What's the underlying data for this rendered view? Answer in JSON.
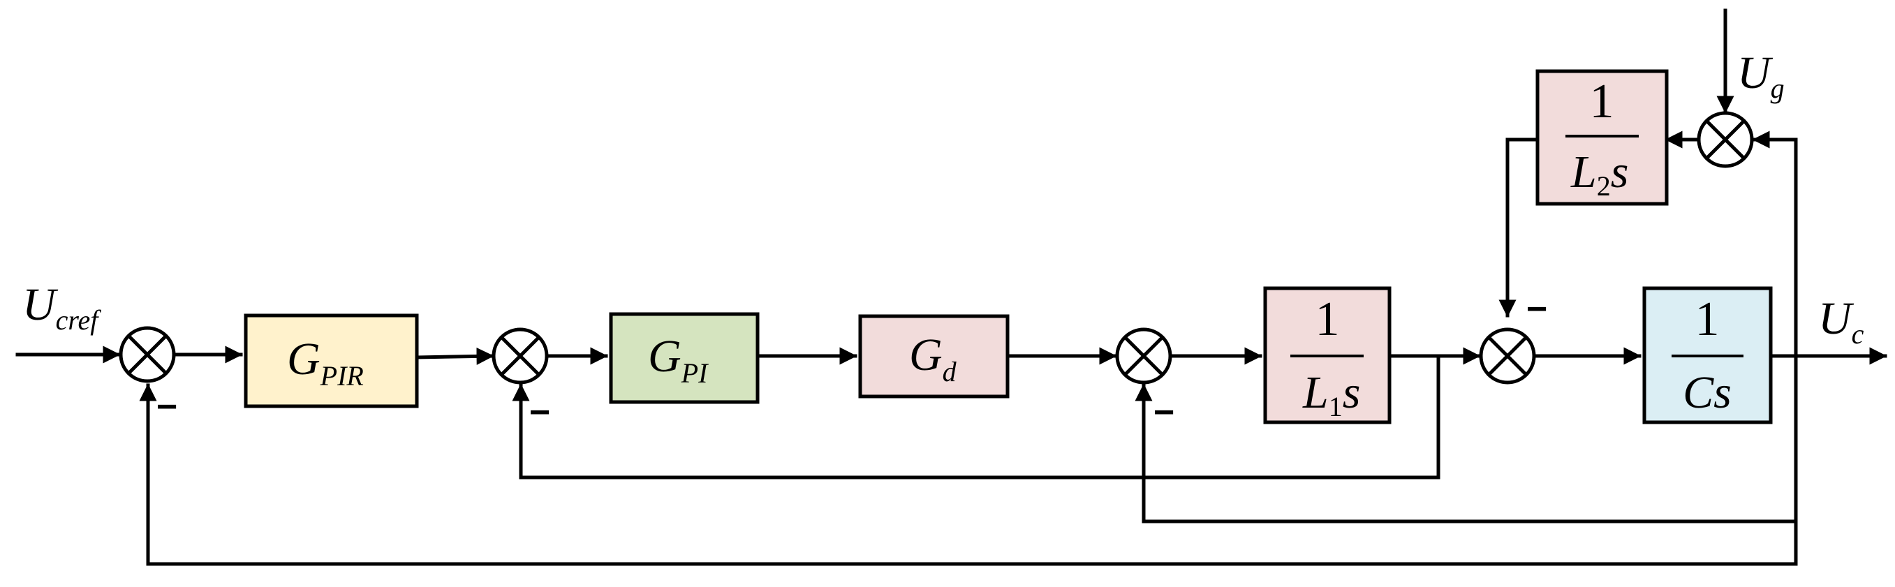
{
  "blocks": {
    "gpir": {
      "main": "G",
      "sub": "PIR",
      "fill": "#fff2cc"
    },
    "gpi": {
      "main": "G",
      "sub": "PI",
      "fill": "#d5e4bf"
    },
    "gd": {
      "main": "G",
      "sub": "d",
      "fill": "#f2dcdb"
    },
    "l1s": {
      "num": "1",
      "den_pre": "L",
      "den_sub": "1",
      "den_post": "s",
      "fill": "#f2dcdb"
    },
    "cs": {
      "num": "1",
      "den": "Cs",
      "fill": "#dbeef4"
    },
    "l2s": {
      "num": "1",
      "den_pre": "L",
      "den_sub": "2",
      "den_post": "s",
      "fill": "#f2dcdb"
    }
  },
  "signals": {
    "ucref": {
      "main": "U",
      "sub": "cref"
    },
    "uc": {
      "main": "U",
      "sub": "c"
    },
    "ug": {
      "main": "U",
      "sub": "g"
    }
  },
  "signs": {
    "sum1": "−",
    "sum2": "−",
    "sum3": "−",
    "sum4": "−"
  }
}
